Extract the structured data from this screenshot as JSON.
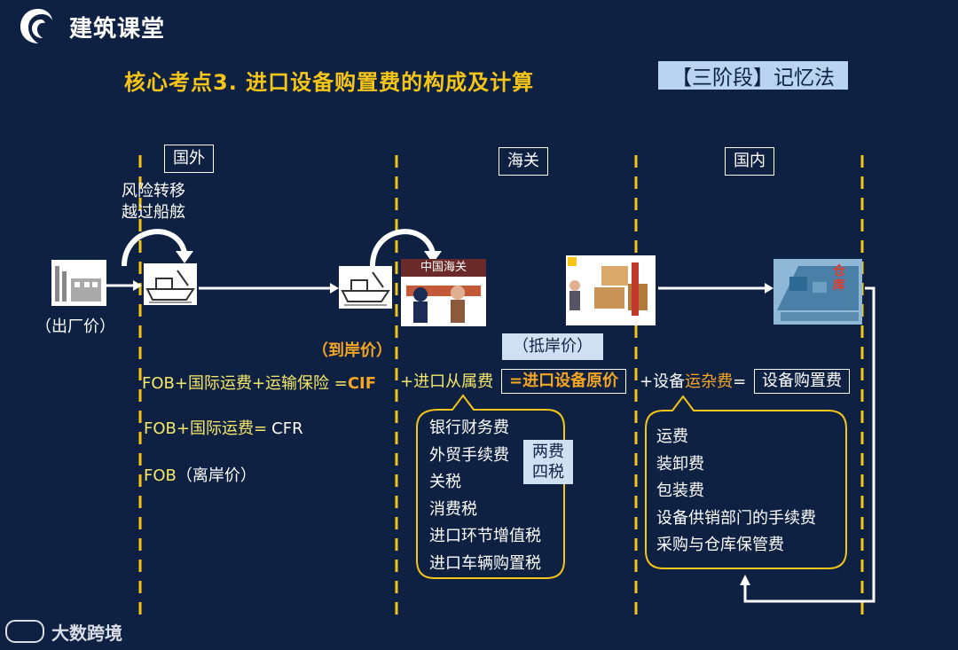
{
  "brand": {
    "name": "建筑课堂"
  },
  "title": "核心考点3. 进口设备购置费的构成及计算",
  "memory": "【三阶段】记忆法",
  "sections": {
    "abroad": "国外",
    "customs": "海关",
    "domestic": "国内"
  },
  "risk_transfer": {
    "line1": "风险转移",
    "line2": "越过船舷"
  },
  "factory_price": "（出厂价）",
  "customs_sign": "中国海关",
  "labels": {
    "arrival_price": "（到岸价）",
    "landed_price": "（抵岸价）"
  },
  "formulas": {
    "cif": {
      "expr": "FOB+国际运费+运输保险 =",
      "result": "CIF"
    },
    "cfr": {
      "expr": "FOB+国际运费=",
      "result": "CFR"
    },
    "fob": {
      "expr": "FOB",
      "note": "（离岸价）"
    },
    "customs": {
      "prefix": "+进口从属费",
      "result": "=进口设备原价"
    },
    "domestic": {
      "prefix_plus": "+设备",
      "highlight": "运杂费",
      "eq": "=",
      "result": "设备购置费"
    }
  },
  "subsidiary_fees": [
    "银行财务费",
    "外贸手续费",
    "关税",
    "消费税",
    "进口环节增值税",
    "进口车辆购置税"
  ],
  "two_fees_four_taxes": {
    "line1": "两费",
    "line2": "四税"
  },
  "transport_fees": [
    "运费",
    "装卸费",
    "包装费",
    "设备供销部门的手续费",
    "采购与仓库保管费"
  ],
  "warehouse_sign": "仓库",
  "watermark": "大数跨境",
  "colors": {
    "background": "#0f2142",
    "title": "#f5c518",
    "formula": "#f5e86a",
    "accent": "#f5a623",
    "divider": "#f5c518"
  }
}
